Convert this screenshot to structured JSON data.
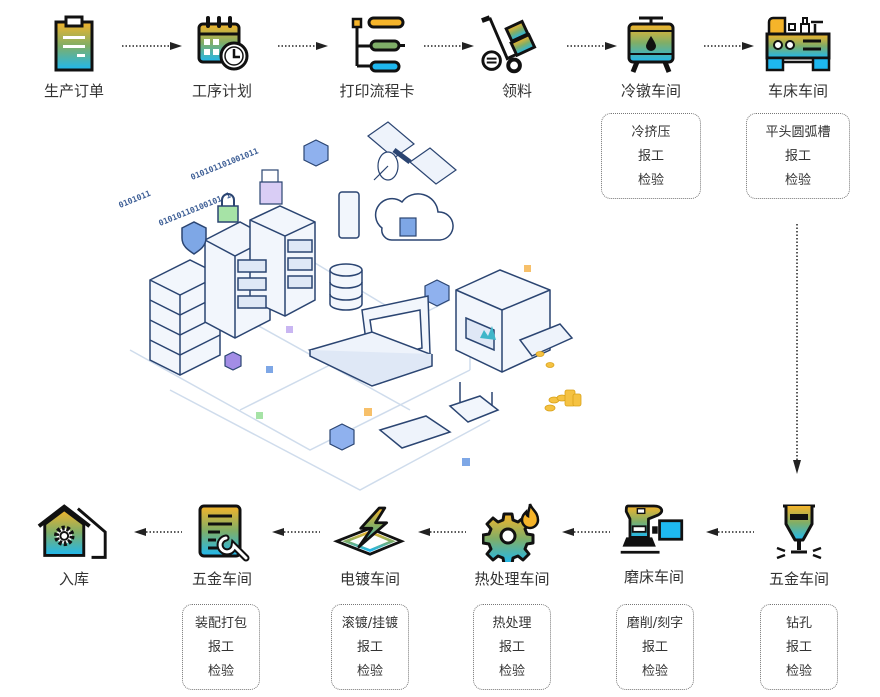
{
  "colors": {
    "gradient_top": "#F5B42A",
    "gradient_mid": "#7FAE68",
    "gradient_bottom": "#1EB8F0",
    "outline": "#111111",
    "arrow": "#222222",
    "box_border": "#777777",
    "illustration_blue": "#6E97D8",
    "illustration_gold": "#F5C242"
  },
  "top_row": [
    {
      "label": "生产订单",
      "icon": "clipboard-icon"
    },
    {
      "label": "工序计划",
      "icon": "calendar-clock-icon"
    },
    {
      "label": "打印流程卡",
      "icon": "flow-tree-icon"
    },
    {
      "label": "领料",
      "icon": "hand-truck-icon"
    },
    {
      "label": "冷镦车间",
      "icon": "cold-heading-machine-icon"
    },
    {
      "label": "车床车间",
      "icon": "lathe-icon"
    }
  ],
  "top_boxes": [
    {
      "lines": [
        "冷挤压",
        "报工",
        "检验"
      ]
    },
    {
      "lines": [
        "平头圆弧槽",
        "报工",
        "检验"
      ]
    }
  ],
  "bottom_row": [
    {
      "label": "入库",
      "icon": "warehouse-gear-icon"
    },
    {
      "label": "五金车间",
      "icon": "document-wrench-icon"
    },
    {
      "label": "电镀车间",
      "icon": "electroplating-icon"
    },
    {
      "label": "热处理车间",
      "icon": "gear-flame-icon"
    },
    {
      "label": "磨床车间",
      "icon": "grinder-icon"
    },
    {
      "label": "五金车间",
      "icon": "drill-press-icon"
    }
  ],
  "bottom_boxes": [
    {
      "lines": [
        "装配打包",
        "报工",
        "检验"
      ]
    },
    {
      "lines": [
        "滚镀/挂镀",
        "报工",
        "检验"
      ]
    },
    {
      "lines": [
        "热处理",
        "报工",
        "检验"
      ]
    },
    {
      "lines": [
        "磨削/刻字",
        "报工",
        "检验"
      ]
    },
    {
      "lines": [
        "钻孔",
        "报工",
        "检验"
      ]
    }
  ],
  "illustration": {
    "binary_strings": [
      "0101011",
      "010101101001011",
      "01010110100101 1"
    ]
  }
}
